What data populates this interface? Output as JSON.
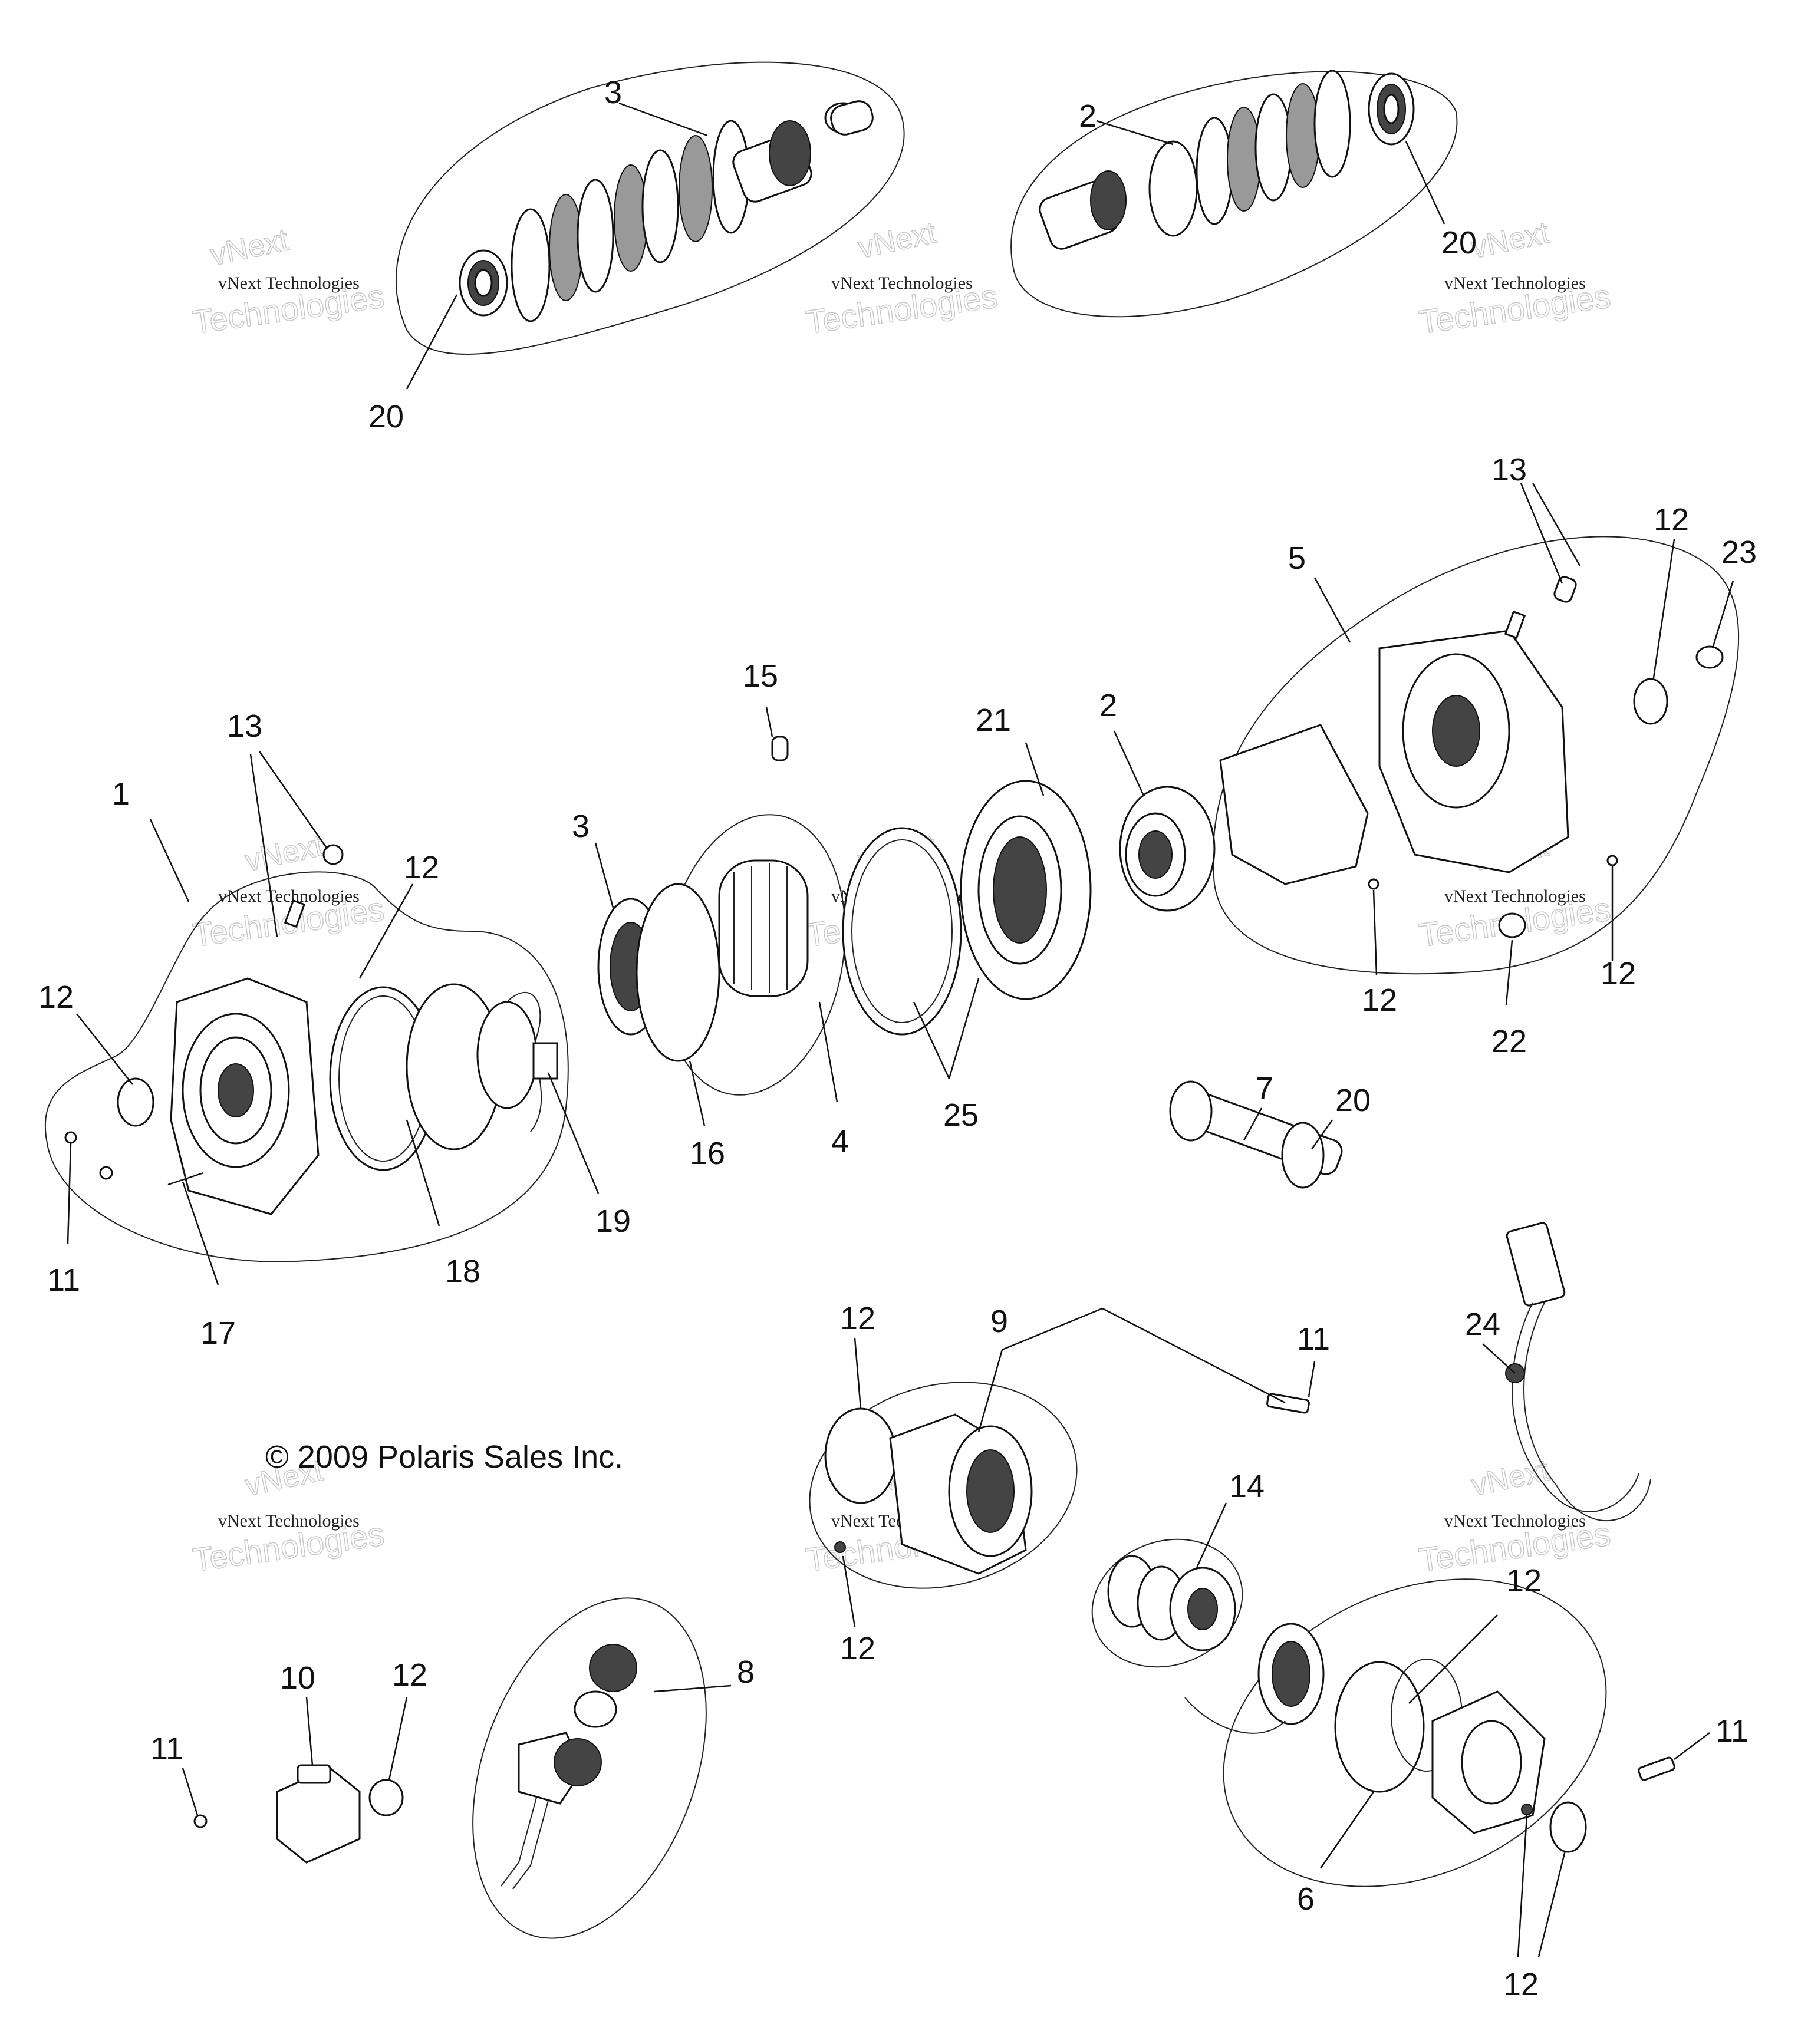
{
  "copyright": "© 2009 Polaris Sales Inc.",
  "watermark": {
    "line1": "vNext Technologies",
    "line2": "vNext",
    "line3": "Technologies"
  },
  "callouts": [
    {
      "id": "c-3-top",
      "label": "3"
    },
    {
      "id": "c-2-top",
      "label": "2"
    },
    {
      "id": "c-20-a",
      "label": "20"
    },
    {
      "id": "c-20-b",
      "label": "20"
    },
    {
      "id": "c-13-right",
      "label": "13"
    },
    {
      "id": "c-12-r1",
      "label": "12"
    },
    {
      "id": "c-23",
      "label": "23"
    },
    {
      "id": "c-5",
      "label": "5"
    },
    {
      "id": "c-15",
      "label": "15"
    },
    {
      "id": "c-21",
      "label": "21"
    },
    {
      "id": "c-2-mid",
      "label": "2"
    },
    {
      "id": "c-13-left",
      "label": "13"
    },
    {
      "id": "c-1",
      "label": "1"
    },
    {
      "id": "c-12-l1",
      "label": "12"
    },
    {
      "id": "c-3-mid",
      "label": "3"
    },
    {
      "id": "c-12-l2",
      "label": "12"
    },
    {
      "id": "c-12-r2",
      "label": "12"
    },
    {
      "id": "c-12-r3",
      "label": "12"
    },
    {
      "id": "c-22",
      "label": "22"
    },
    {
      "id": "c-25",
      "label": "25"
    },
    {
      "id": "c-16",
      "label": "16"
    },
    {
      "id": "c-4",
      "label": "4"
    },
    {
      "id": "c-7",
      "label": "7"
    },
    {
      "id": "c-20-c",
      "label": "20"
    },
    {
      "id": "c-19",
      "label": "19"
    },
    {
      "id": "c-18",
      "label": "18"
    },
    {
      "id": "c-11-a",
      "label": "11"
    },
    {
      "id": "c-17",
      "label": "17"
    },
    {
      "id": "c-12-m1",
      "label": "12"
    },
    {
      "id": "c-9",
      "label": "9"
    },
    {
      "id": "c-11-b",
      "label": "11"
    },
    {
      "id": "c-24",
      "label": "24"
    },
    {
      "id": "c-14",
      "label": "14"
    },
    {
      "id": "c-12-m2",
      "label": "12"
    },
    {
      "id": "c-12-m3",
      "label": "12"
    },
    {
      "id": "c-10",
      "label": "10"
    },
    {
      "id": "c-12-b1",
      "label": "12"
    },
    {
      "id": "c-8",
      "label": "8"
    },
    {
      "id": "c-11-c",
      "label": "11"
    },
    {
      "id": "c-11-d",
      "label": "11"
    },
    {
      "id": "c-6",
      "label": "6"
    },
    {
      "id": "c-12-b2",
      "label": "12"
    }
  ]
}
